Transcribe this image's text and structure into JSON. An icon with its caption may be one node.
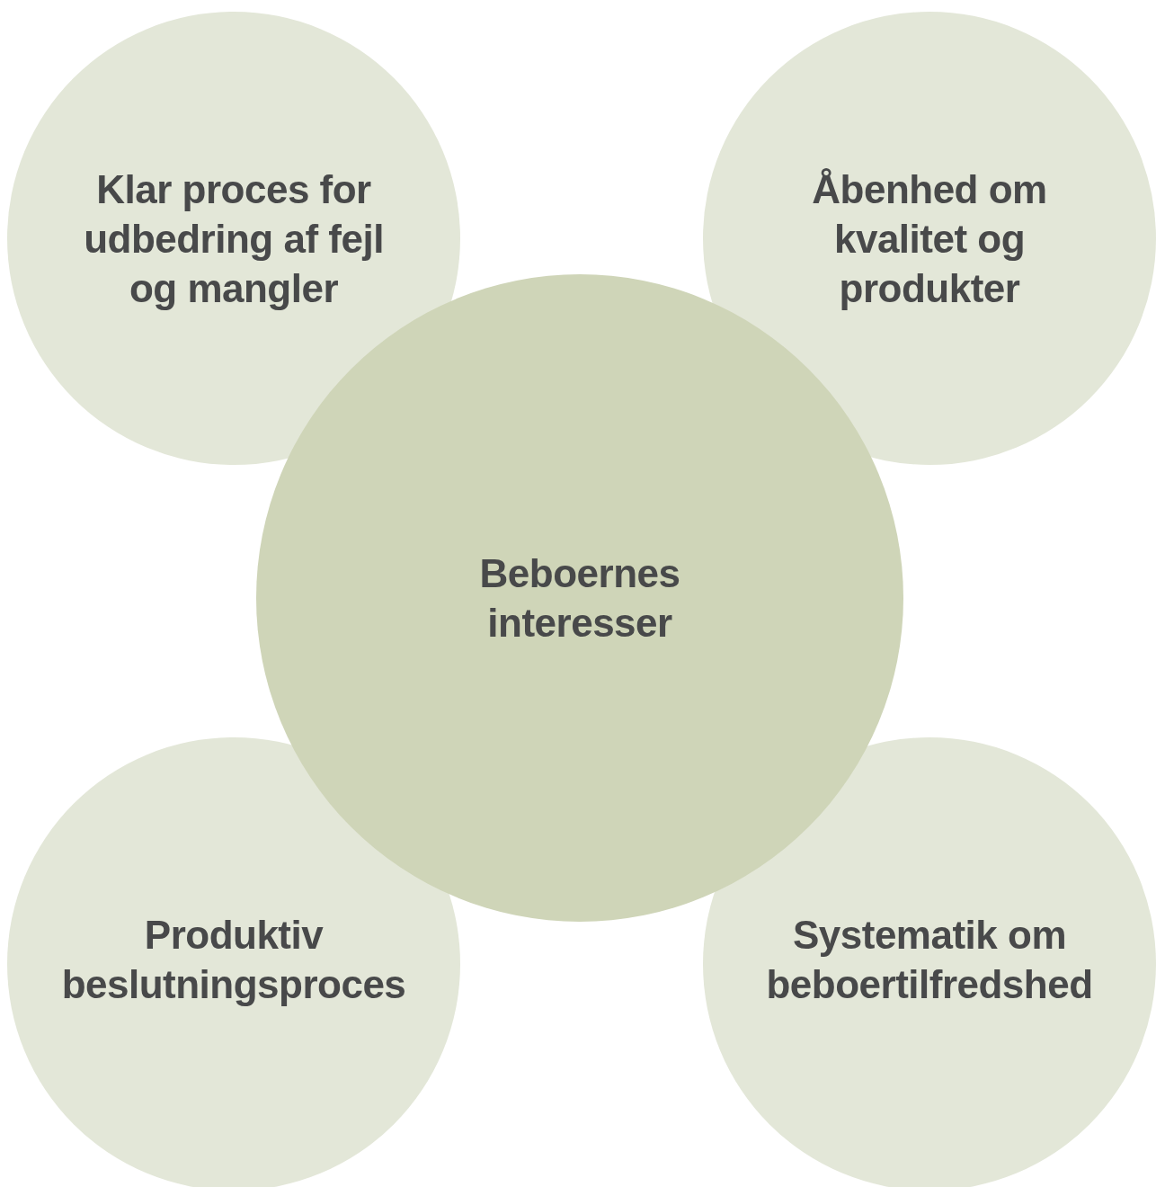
{
  "diagram": {
    "nodes": [
      {
        "text": [
          "Klar proces for udbedring af fejl og mangler"
        ]
      },
      {
        "text": [
          "Åbenhed om kvalitet og produkter"
        ]
      },
      {
        "text": [
          "Beboernes interesser"
        ]
      },
      {
        "text": [
          "Produktiv beslutningsproces"
        ]
      },
      {
        "text": [
          "Systematik om beboertilfredshed"
        ]
      }
    ]
  }
}
